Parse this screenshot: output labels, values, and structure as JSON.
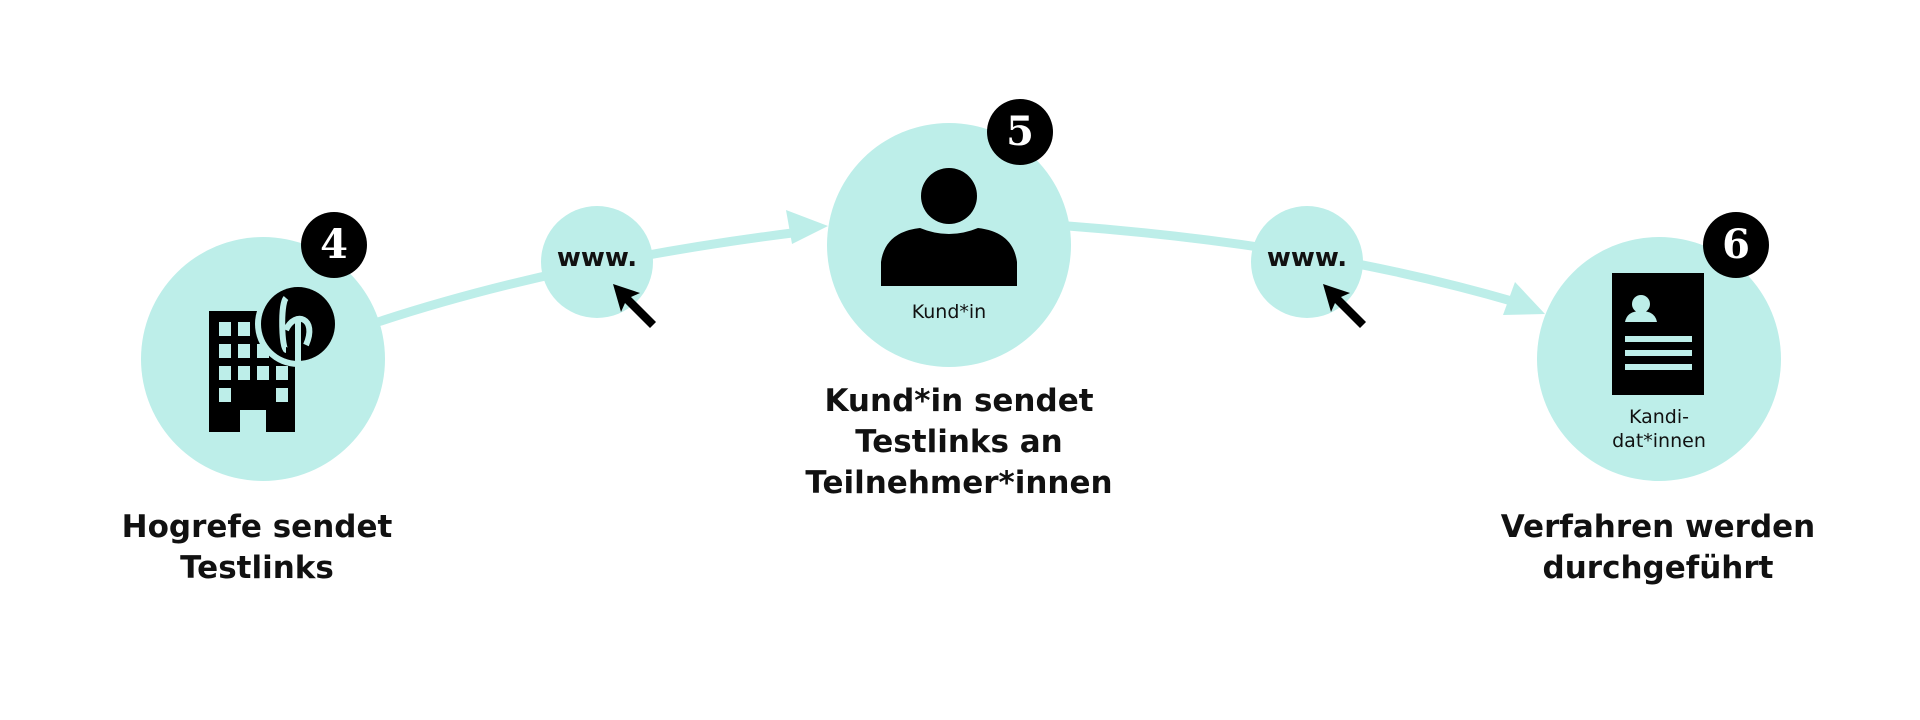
{
  "colors": {
    "accent": "#bdeee9",
    "ink": "#000000"
  },
  "steps": [
    {
      "number": "4",
      "icon": "building-logo-icon",
      "caption_lines": [
        "Hogrefe sendet",
        "Testlinks"
      ]
    },
    {
      "number": "5",
      "icon": "person-icon",
      "inner_label": "Kund*in",
      "caption_lines": [
        "Kund*in sendet",
        "Testlinks an",
        "Teilnehmer*innen"
      ]
    },
    {
      "number": "6",
      "icon": "document-profile-icon",
      "inner_label_lines": [
        "Kandi-",
        "dat*innen"
      ],
      "caption_lines": [
        "Verfahren werden",
        "durchgeführt"
      ]
    }
  ],
  "links": [
    {
      "label": "www.",
      "icon": "cursor-icon"
    },
    {
      "label": "www.",
      "icon": "cursor-icon"
    }
  ]
}
